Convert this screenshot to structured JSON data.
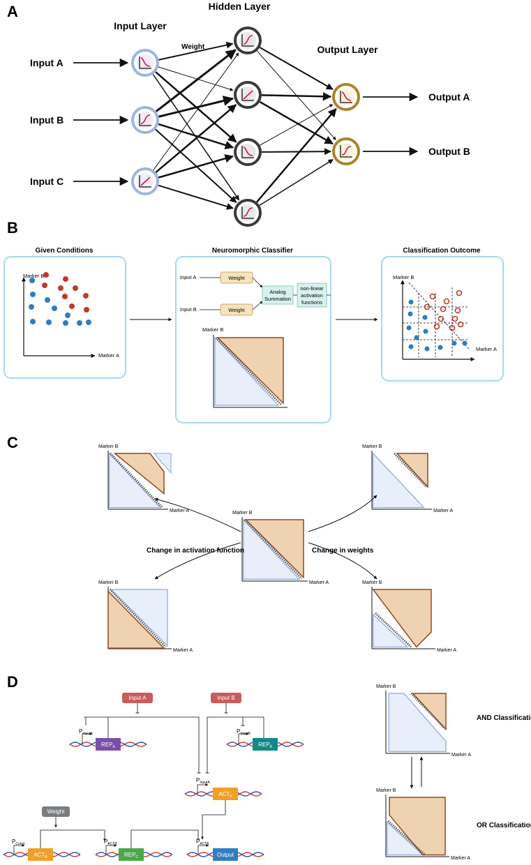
{
  "panelA": {
    "letter": "A",
    "hidden_layer_title": "Hidden Layer",
    "input_layer_title": "Input Layer",
    "output_layer_title": "Output Layer",
    "weight_label": "Weight",
    "inputs": [
      "Input A",
      "Input B",
      "Input C"
    ],
    "outputs": [
      "Output A",
      "Output B"
    ]
  },
  "panelB": {
    "letter": "B",
    "given_title": "Given Conditions",
    "classifier_title": "Neuromorphic Classifier",
    "outcome_title": "Classification Outcome",
    "marker_a": "Marker A",
    "marker_b": "Marker B",
    "input_a": "Input A",
    "input_b": "Input B",
    "weight": "Weight",
    "analog_summation": [
      "Analog",
      "Summation"
    ],
    "nonlinear": [
      "non-linear",
      "activation",
      "functions"
    ]
  },
  "panelC": {
    "letter": "C",
    "marker_a": "Marker A",
    "marker_b": "Marker B",
    "change_activation": "Change in activation function",
    "change_weights": "Change in weights"
  },
  "panelD": {
    "letter": "D",
    "input_a": "Input A",
    "input_b": "Input B",
    "weight": "Weight",
    "rep_a": "REP",
    "rep_a_sub": "A",
    "rep_b": "REP",
    "rep_b_sub": "B",
    "act_a": "ACT",
    "act_a_sub": "A",
    "act_b": "ACT",
    "act_b_sub": "B",
    "rep_c": "REP",
    "rep_c_sub": "C",
    "output": "Output",
    "p_input_a": "P",
    "p_input_a_sub": "InputA",
    "p_input_b": "P",
    "p_input_b_sub": "InputB",
    "p_input_ab": "P",
    "p_input_ab_sub": "InputA",
    "p_const": "P",
    "p_const_sub": "Const",
    "p_act_b": "P",
    "p_act_b_sub": "ACTB",
    "p_act_a": "P",
    "p_act_a_sub": "ACTA",
    "and_classification": "AND Classification",
    "or_classification": "OR Classification",
    "marker_a": "Marker A",
    "marker_b": "Marker B"
  },
  "colors": {
    "input_node_border": "#9db4e0",
    "hidden_node_border": "#3a3a3a",
    "output_node_border": "#a8842a",
    "curve": "#c2185b",
    "panel_box_border": "#a9d7ea",
    "tan_fill": "#efd2b2",
    "tan_border": "#8b4a22",
    "blue_fill": "#e8effb",
    "blue_border": "#9db4e0",
    "dot_red": "#c0392b",
    "dot_blue": "#2e7cc4",
    "node_pink": "#c95b5b",
    "node_gray": "#7a7d80",
    "rep_a_fill": "#7b4fa6",
    "rep_b_fill": "#138a8a",
    "act_fill": "#f0a029",
    "rep_c_fill": "#4aa84a",
    "output_fill": "#2f7fc1"
  }
}
